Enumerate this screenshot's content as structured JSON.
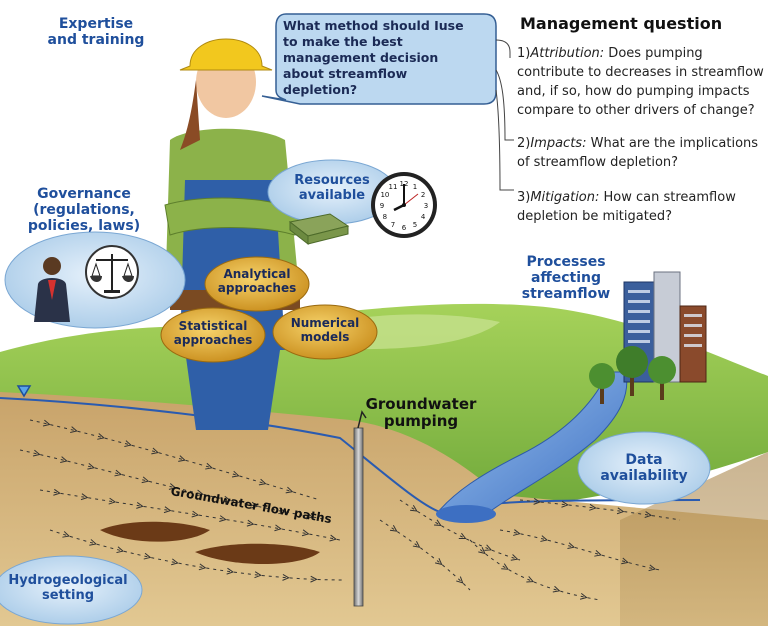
{
  "labels": {
    "expertise": "Expertise\nand training",
    "governance": "Governance\n(regulations,\npolicies, laws)",
    "resources": "Resources\navailable",
    "analytical": "Analytical\napproaches",
    "statistical": "Statistical\napproaches",
    "numerical": "Numerical\nmodels",
    "processes": "Processes\naffecting\nstreamflow",
    "groundwater_pumping": "Groundwater\npumping",
    "flow_paths": "Groundwater flow paths",
    "data_availability": "Data\navailability",
    "hydrogeological": "Hydrogeological\nsetting"
  },
  "speech_bubble": "What method should Iuse to make the best management decision about streamflow depletion?",
  "management": {
    "title": "Management question",
    "items": [
      {
        "number": "1)",
        "term": "Attribution:",
        "text": " Does pumping contribute to decreases in streamflow and, if so, how do pumping impacts compare to other drivers of change?"
      },
      {
        "number": "2)",
        "term": "Impacts:",
        "text": " What are the implications of streamflow depletion?"
      },
      {
        "number": "3)",
        "term": "Mitigation:",
        "text": " How can streamflow depletion be mitigated?"
      }
    ]
  },
  "clock_numbers": [
    "12",
    "1",
    "2",
    "3",
    "4",
    "5",
    "6",
    "7",
    "8",
    "9",
    "10",
    "11"
  ],
  "colors": {
    "label_blue": "#1f4f9c",
    "bubble_fill": "#bcd8f0",
    "oval_gold": "#e3b13e",
    "grass": "#8cc04a",
    "soil": "#c9a46a",
    "water": "#4b7fd0",
    "hardhat": "#f2c81e"
  }
}
